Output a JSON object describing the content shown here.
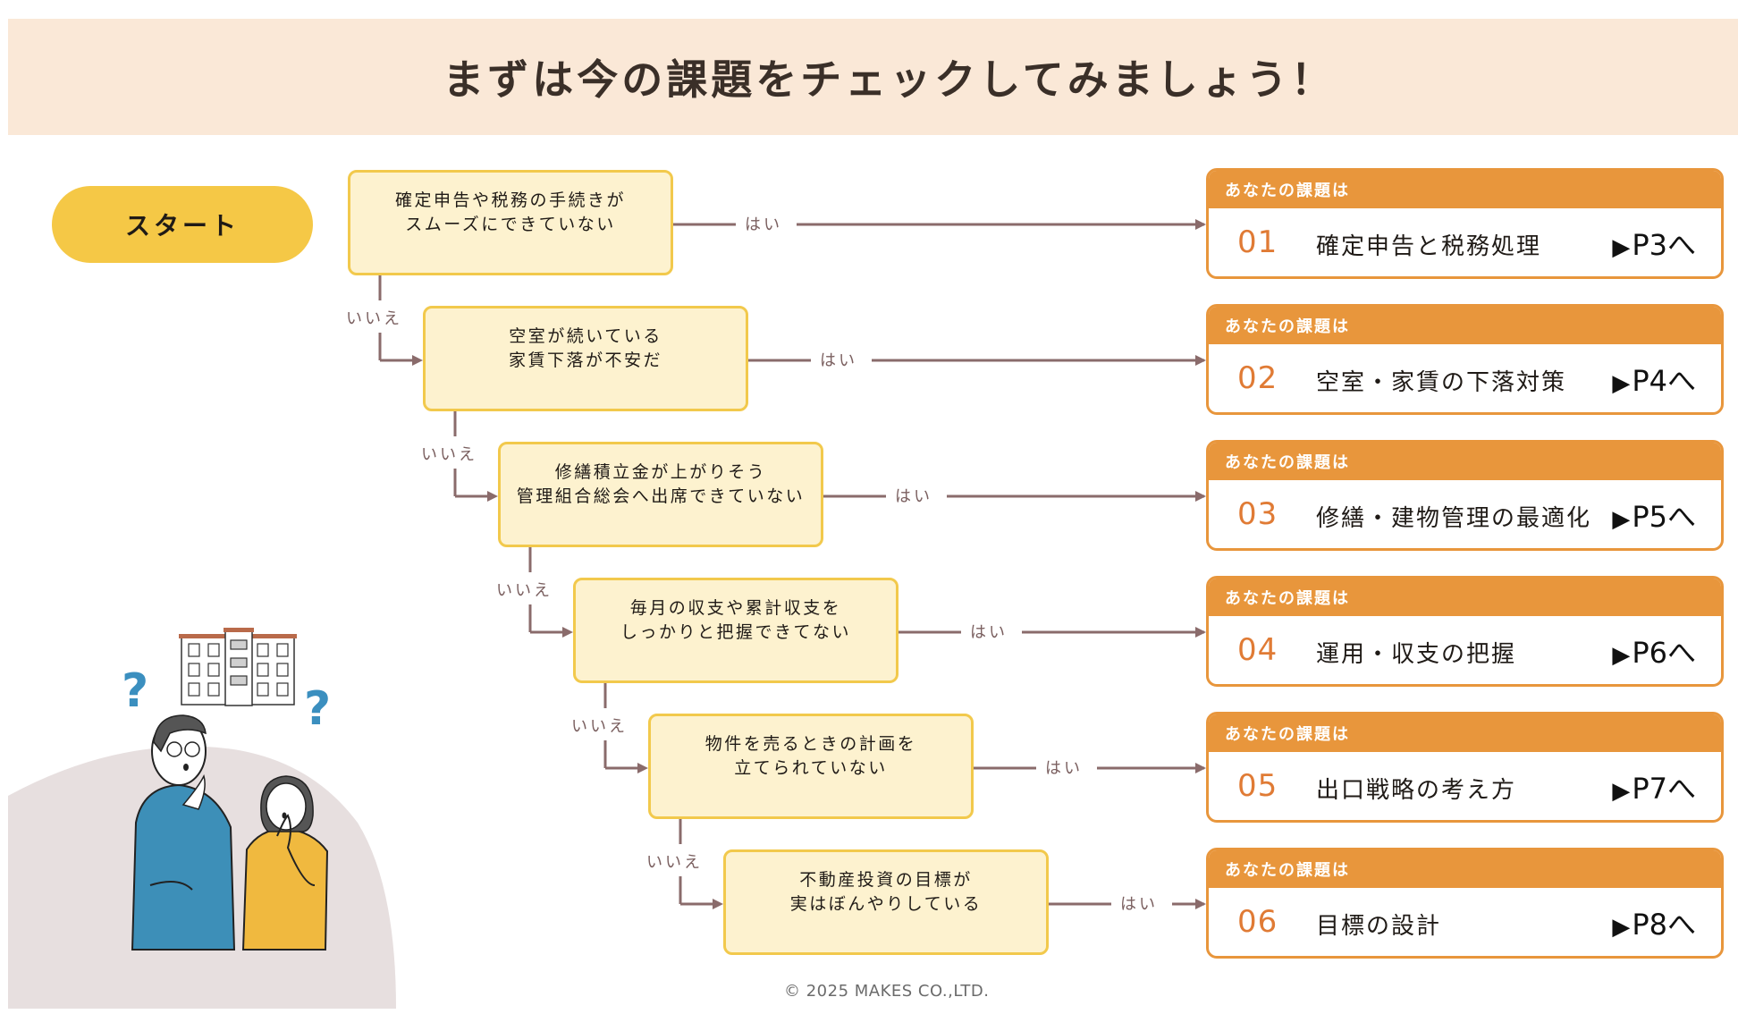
{
  "header": {
    "title": "まずは今の課題をチェックしてみましょう！"
  },
  "start": {
    "label": "スタート"
  },
  "labels": {
    "yes": "はい",
    "no": "いいえ",
    "result_header": "あなたの課題は"
  },
  "questions": [
    {
      "line1": "確定申告や税務の手続きが",
      "line2": "スムーズにできていない"
    },
    {
      "line1": "空室が続いている",
      "line2": "家賃下落が不安だ"
    },
    {
      "line1": "修繕積立金が上がりそう",
      "line2": "管理組合総会へ出席できていない"
    },
    {
      "line1": "毎月の収支や累計収支を",
      "line2": "しっかりと把握できてない"
    },
    {
      "line1": "物件を売るときの計画を",
      "line2": "立てられていない"
    },
    {
      "line1": "不動産投資の目標が",
      "line2": "実はぼんやりしている"
    }
  ],
  "results": [
    {
      "num": "01",
      "label": "確定申告と税務処理",
      "page": "P3へ"
    },
    {
      "num": "02",
      "label": "空室・家賃の下落対策",
      "page": "P4へ"
    },
    {
      "num": "03",
      "label": "修繕・建物管理の最適化",
      "page": "P5へ"
    },
    {
      "num": "04",
      "label": "運用・収支の把握",
      "page": "P6へ"
    },
    {
      "num": "05",
      "label": "出口戦略の考え方",
      "page": "P7へ"
    },
    {
      "num": "06",
      "label": "目標の設計",
      "page": "P8へ"
    }
  ],
  "icons": {
    "page_arrow": "▶",
    "illustration": "couple-thinking-about-apartment"
  },
  "footer": {
    "copyright": "© 2025 MAKES CO.,LTD."
  },
  "colors": {
    "header_bg": "#fae8d7",
    "start_bg": "#f5c846",
    "question_bg": "#fdf2cf",
    "question_border": "#f2c94c",
    "result_accent": "#e8963c",
    "result_number": "#e07b35",
    "connector": "#8a6b6b"
  }
}
